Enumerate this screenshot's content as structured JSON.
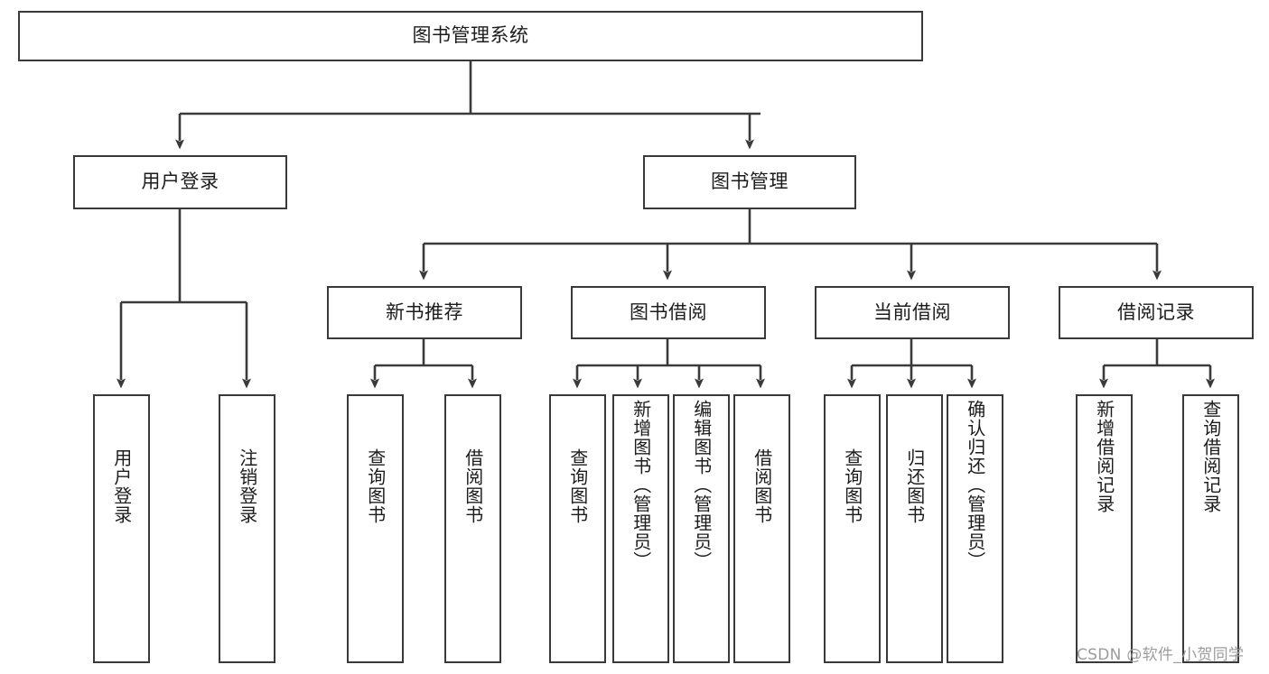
{
  "diagram": {
    "title": "图书管理系统",
    "type": "hierarchy-tree",
    "watermark": "CSDN @软件_小贺同学",
    "root": {
      "id": "root",
      "label": "图书管理系统"
    },
    "level1": [
      {
        "id": "user-login",
        "label": "用户登录"
      },
      {
        "id": "book-manage",
        "label": "图书管理"
      }
    ],
    "level2": [
      {
        "id": "new-book-recommend",
        "label": "新书推荐",
        "parent": "book-manage"
      },
      {
        "id": "book-borrow",
        "label": "图书借阅",
        "parent": "book-manage"
      },
      {
        "id": "current-borrow",
        "label": "当前借阅",
        "parent": "book-manage"
      },
      {
        "id": "borrow-record",
        "label": "借阅记录",
        "parent": "book-manage"
      }
    ],
    "leaves": [
      {
        "id": "leaf-user-login",
        "label": "用户登录",
        "parent": "user-login"
      },
      {
        "id": "leaf-logout",
        "label": "注销登录",
        "parent": "user-login"
      },
      {
        "id": "leaf-query-book-1",
        "label": "查询图书",
        "parent": "new-book-recommend"
      },
      {
        "id": "leaf-borrow-book-1",
        "label": "借阅图书",
        "parent": "new-book-recommend"
      },
      {
        "id": "leaf-query-book-2",
        "label": "查询图书",
        "parent": "book-borrow"
      },
      {
        "id": "leaf-add-book",
        "label": "新增图书（管理员）",
        "parent": "book-borrow"
      },
      {
        "id": "leaf-edit-book",
        "label": "编辑图书（管理员）",
        "parent": "book-borrow"
      },
      {
        "id": "leaf-borrow-book-2",
        "label": "借阅图书",
        "parent": "book-borrow"
      },
      {
        "id": "leaf-query-book-3",
        "label": "查询图书",
        "parent": "current-borrow"
      },
      {
        "id": "leaf-return-book",
        "label": "归还图书",
        "parent": "current-borrow"
      },
      {
        "id": "leaf-confirm-return",
        "label": "确认归还（管理员）",
        "parent": "current-borrow"
      },
      {
        "id": "leaf-add-record",
        "label": "新增借阅记录",
        "parent": "borrow-record"
      },
      {
        "id": "leaf-query-record",
        "label": "查询借阅记录",
        "parent": "borrow-record"
      }
    ],
    "colors": {
      "stroke": "#3a3a3a",
      "fill": "#ffffff",
      "text": "#1c1c1c",
      "watermark": "#9c9c9c"
    }
  }
}
